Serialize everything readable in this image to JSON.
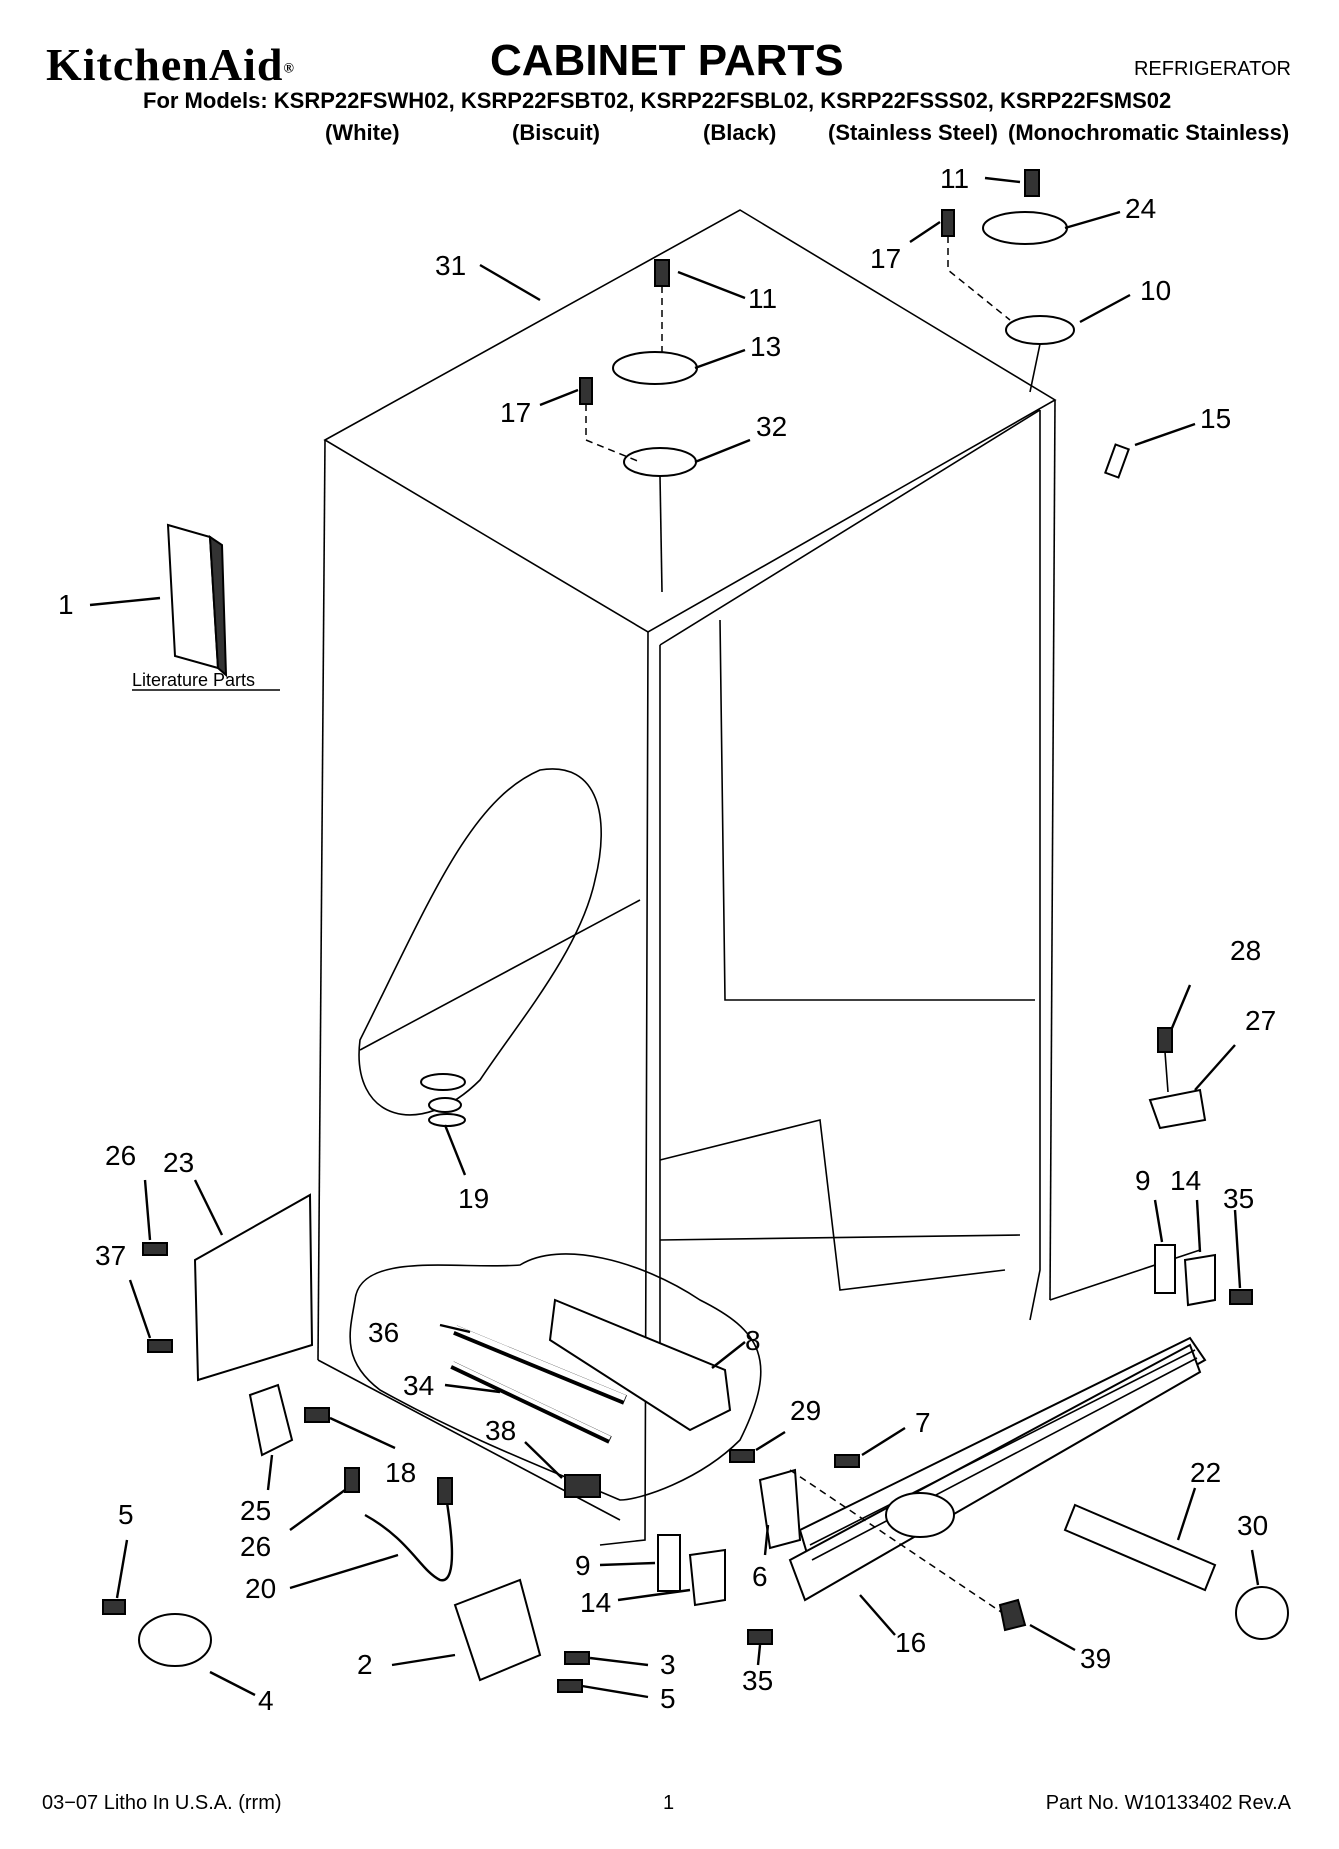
{
  "header": {
    "brand": "KitchenAid",
    "brand_mark": "®",
    "title": "CABINET PARTS",
    "product": "REFRIGERATOR",
    "models_line": "For Models: KSRP22FSWH02, KSRP22FSBT02, KSRP22FSBL02, KSRP22FSSS02, KSRP22FSMS02",
    "variants": [
      "(White)",
      "(Biscuit)",
      "(Black)",
      "(Stainless Steel)",
      "(Monochromatic Stainless)"
    ]
  },
  "literature_label": "Literature Parts",
  "callouts": [
    "1",
    "2",
    "3",
    "4",
    "5",
    "5",
    "6",
    "7",
    "8",
    "9",
    "9",
    "10",
    "11",
    "11",
    "13",
    "14",
    "14",
    "15",
    "16",
    "17",
    "17",
    "18",
    "19",
    "20",
    "22",
    "23",
    "24",
    "25",
    "26",
    "26",
    "27",
    "28",
    "29",
    "30",
    "31",
    "32",
    "34",
    "35",
    "35",
    "36",
    "37",
    "38",
    "39"
  ],
  "footer": {
    "litho": "03−07 Litho In U.S.A. (rrm)",
    "page": "1",
    "part_no": "Part No. W10133402 Rev.A"
  }
}
